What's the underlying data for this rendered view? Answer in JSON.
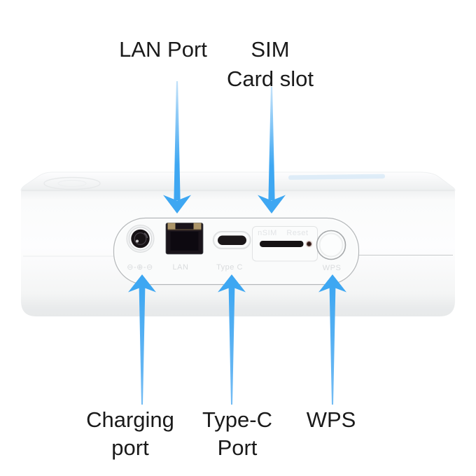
{
  "callouts": {
    "lan": {
      "text": "LAN Port"
    },
    "sim": {
      "line1": "SIM",
      "line2": "Card slot"
    },
    "charging": {
      "line1": "Charging",
      "line2": "port"
    },
    "typec": {
      "line1": "Type-C",
      "line2": "Port"
    },
    "wps": {
      "text": "WPS"
    }
  },
  "device_markings": {
    "polarity": "⊖-⊕-⊖",
    "lan": "LAN",
    "typec": "Type C",
    "wps": "WPS",
    "sim_plate": {
      "left": "nSIM",
      "right": "Reset"
    }
  },
  "colors": {
    "arrow": "#3EA7F2",
    "label_text": "#1A1A1A",
    "background": "#FFFFFF"
  }
}
